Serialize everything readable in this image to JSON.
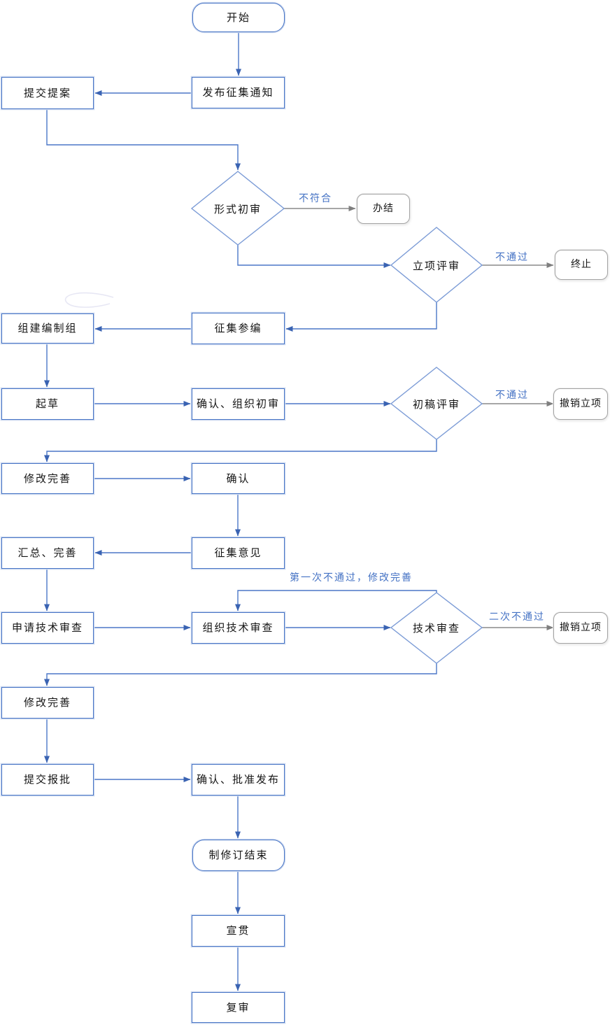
{
  "diagram": {
    "nodes": {
      "start": "开始",
      "publish_notice": "发布征集通知",
      "submit_proposal": "提交提案",
      "formal_review": "形式初审",
      "close_case": "办结",
      "project_review": "立项评审",
      "terminate": "终止",
      "collect_participants": "征集参编",
      "form_drafting_group": "组建编制组",
      "draft": "起草",
      "confirm_initial_review": "确认、组织初审",
      "first_draft_review": "初稿评审",
      "revoke_project_1": "撤销立项",
      "revise_improve_1": "修改完善",
      "confirm": "确认",
      "solicit_opinions": "征集意见",
      "summarize_improve": "汇总、完善",
      "apply_tech_review": "申请技术审查",
      "organize_tech_review": "组织技术审查",
      "tech_review": "技术审查",
      "revoke_project_2": "撤销立项",
      "revise_improve_2": "修改完善",
      "submit_for_approval": "提交报批",
      "confirm_approve_publish": "确认、批准发布",
      "revision_complete": "制修订结束",
      "promote": "宣贯",
      "final_review": "复审"
    },
    "edge_labels": {
      "not_conform": "不符合",
      "not_pass_project": "不通过",
      "not_pass_draft": "不通过",
      "first_fail": "第一次不通过，修改完善",
      "second_fail": "二次不通过"
    },
    "colors": {
      "process_border": "#4472c4",
      "connector_blue": "#4b77c7",
      "connector_gray": "#8a8a8a",
      "terminal_border": "#a3a3a3",
      "edge_label_text": "#4472c4",
      "node_text": "#151515",
      "background": "#ffffff"
    }
  }
}
